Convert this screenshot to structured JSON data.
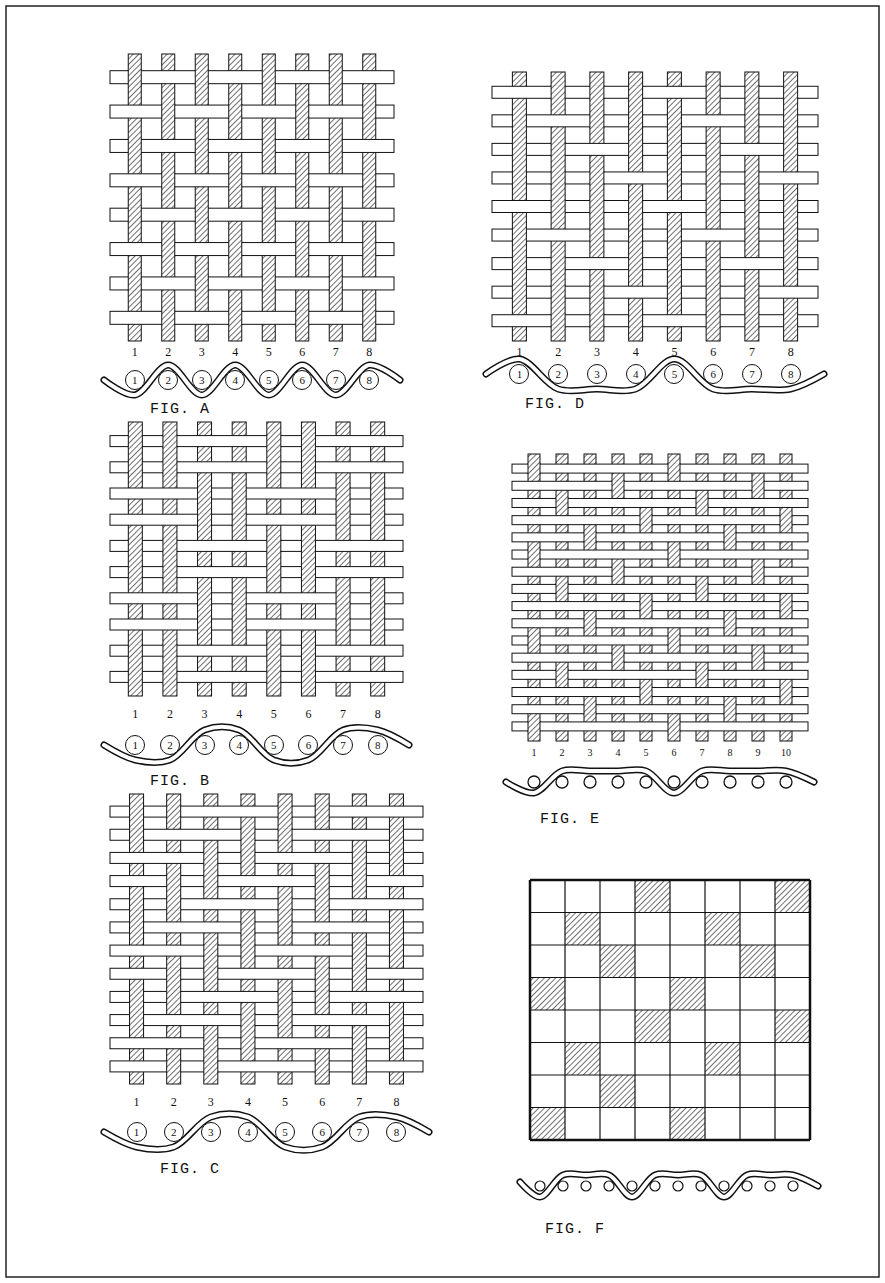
{
  "diagram": {
    "nodes": [
      {
        "text": [
          "1"
        ]
      },
      {
        "text": [
          "2"
        ]
      },
      {
        "text": [
          "3"
        ]
      },
      {
        "text": [
          "4"
        ]
      },
      {
        "text": [
          "5"
        ]
      },
      {
        "text": [
          "6"
        ]
      },
      {
        "text": [
          "7"
        ]
      },
      {
        "text": [
          "8"
        ]
      },
      {
        "text": [
          "1"
        ]
      },
      {
        "text": [
          "2"
        ]
      },
      {
        "text": [
          "3"
        ]
      },
      {
        "text": [
          "4"
        ]
      },
      {
        "text": [
          "5"
        ]
      },
      {
        "text": [
          "6"
        ]
      },
      {
        "text": [
          "7"
        ]
      },
      {
        "text": [
          "8"
        ]
      },
      {
        "text": [
          "1"
        ]
      },
      {
        "text": [
          "2"
        ]
      },
      {
        "text": [
          "3"
        ]
      },
      {
        "text": [
          "4"
        ]
      },
      {
        "text": [
          "5"
        ]
      },
      {
        "text": [
          "6"
        ]
      },
      {
        "text": [
          "7"
        ]
      },
      {
        "text": [
          "8"
        ]
      },
      {
        "text": [
          "1"
        ]
      },
      {
        "text": [
          "2"
        ]
      },
      {
        "text": [
          "3"
        ]
      },
      {
        "text": [
          "4"
        ]
      },
      {
        "text": [
          "5"
        ]
      },
      {
        "text": [
          "6"
        ]
      },
      {
        "text": [
          "7"
        ]
      },
      {
        "text": [
          "8"
        ]
      }
    ],
    "labels": [
      "1",
      "2",
      "3",
      "4",
      "5",
      "6",
      "7",
      "8",
      "FIG. A",
      "1",
      "2",
      "3",
      "4",
      "5",
      "6",
      "7",
      "8",
      "FIG. D",
      "1",
      "2",
      "3",
      "4",
      "5",
      "6",
      "7",
      "8",
      "FIG. B",
      "1",
      "2",
      "3",
      "4",
      "5",
      "6",
      "7",
      "8",
      "9",
      "10",
      "FIG. E",
      "1",
      "2",
      "3",
      "4",
      "5",
      "6",
      "7",
      "8",
      "FIG. C",
      "FIG. F"
    ]
  }
}
